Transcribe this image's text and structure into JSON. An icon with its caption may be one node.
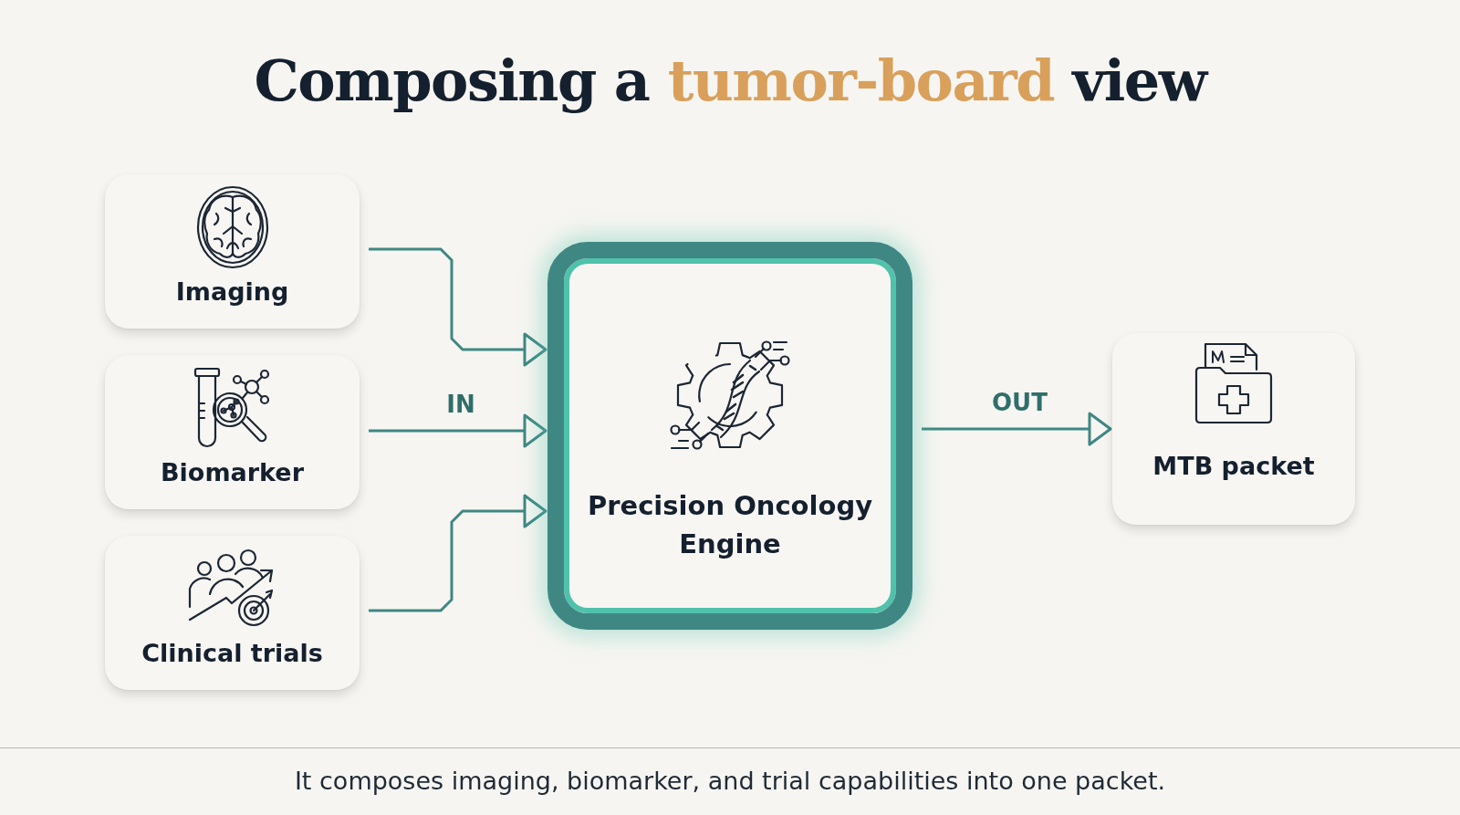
{
  "diagram": {
    "title": "Composing a **tumor-board** view",
    "caption": "It composes imaging, biomarker, and trial capabilities into one packet.",
    "nodes": [
      {
        "text": [
          "Imaging"
        ]
      },
      {
        "text": [
          "Biomarker"
        ]
      },
      {
        "text": [
          "Clinical trials"
        ]
      },
      {
        "text": [
          "Precision Oncology Engine"
        ]
      },
      {
        "text": [
          "MTB packet"
        ]
      }
    ],
    "edges": [
      {
        "from": 0,
        "to": 3,
        "arrow": "to"
      },
      {
        "from": 1,
        "to": 3,
        "arrow": "to",
        "label": "IN"
      },
      {
        "from": 2,
        "to": 3,
        "arrow": "to"
      },
      {
        "from": 3,
        "to": 4,
        "arrow": "to",
        "label": "OUT"
      }
    ]
  }
}
